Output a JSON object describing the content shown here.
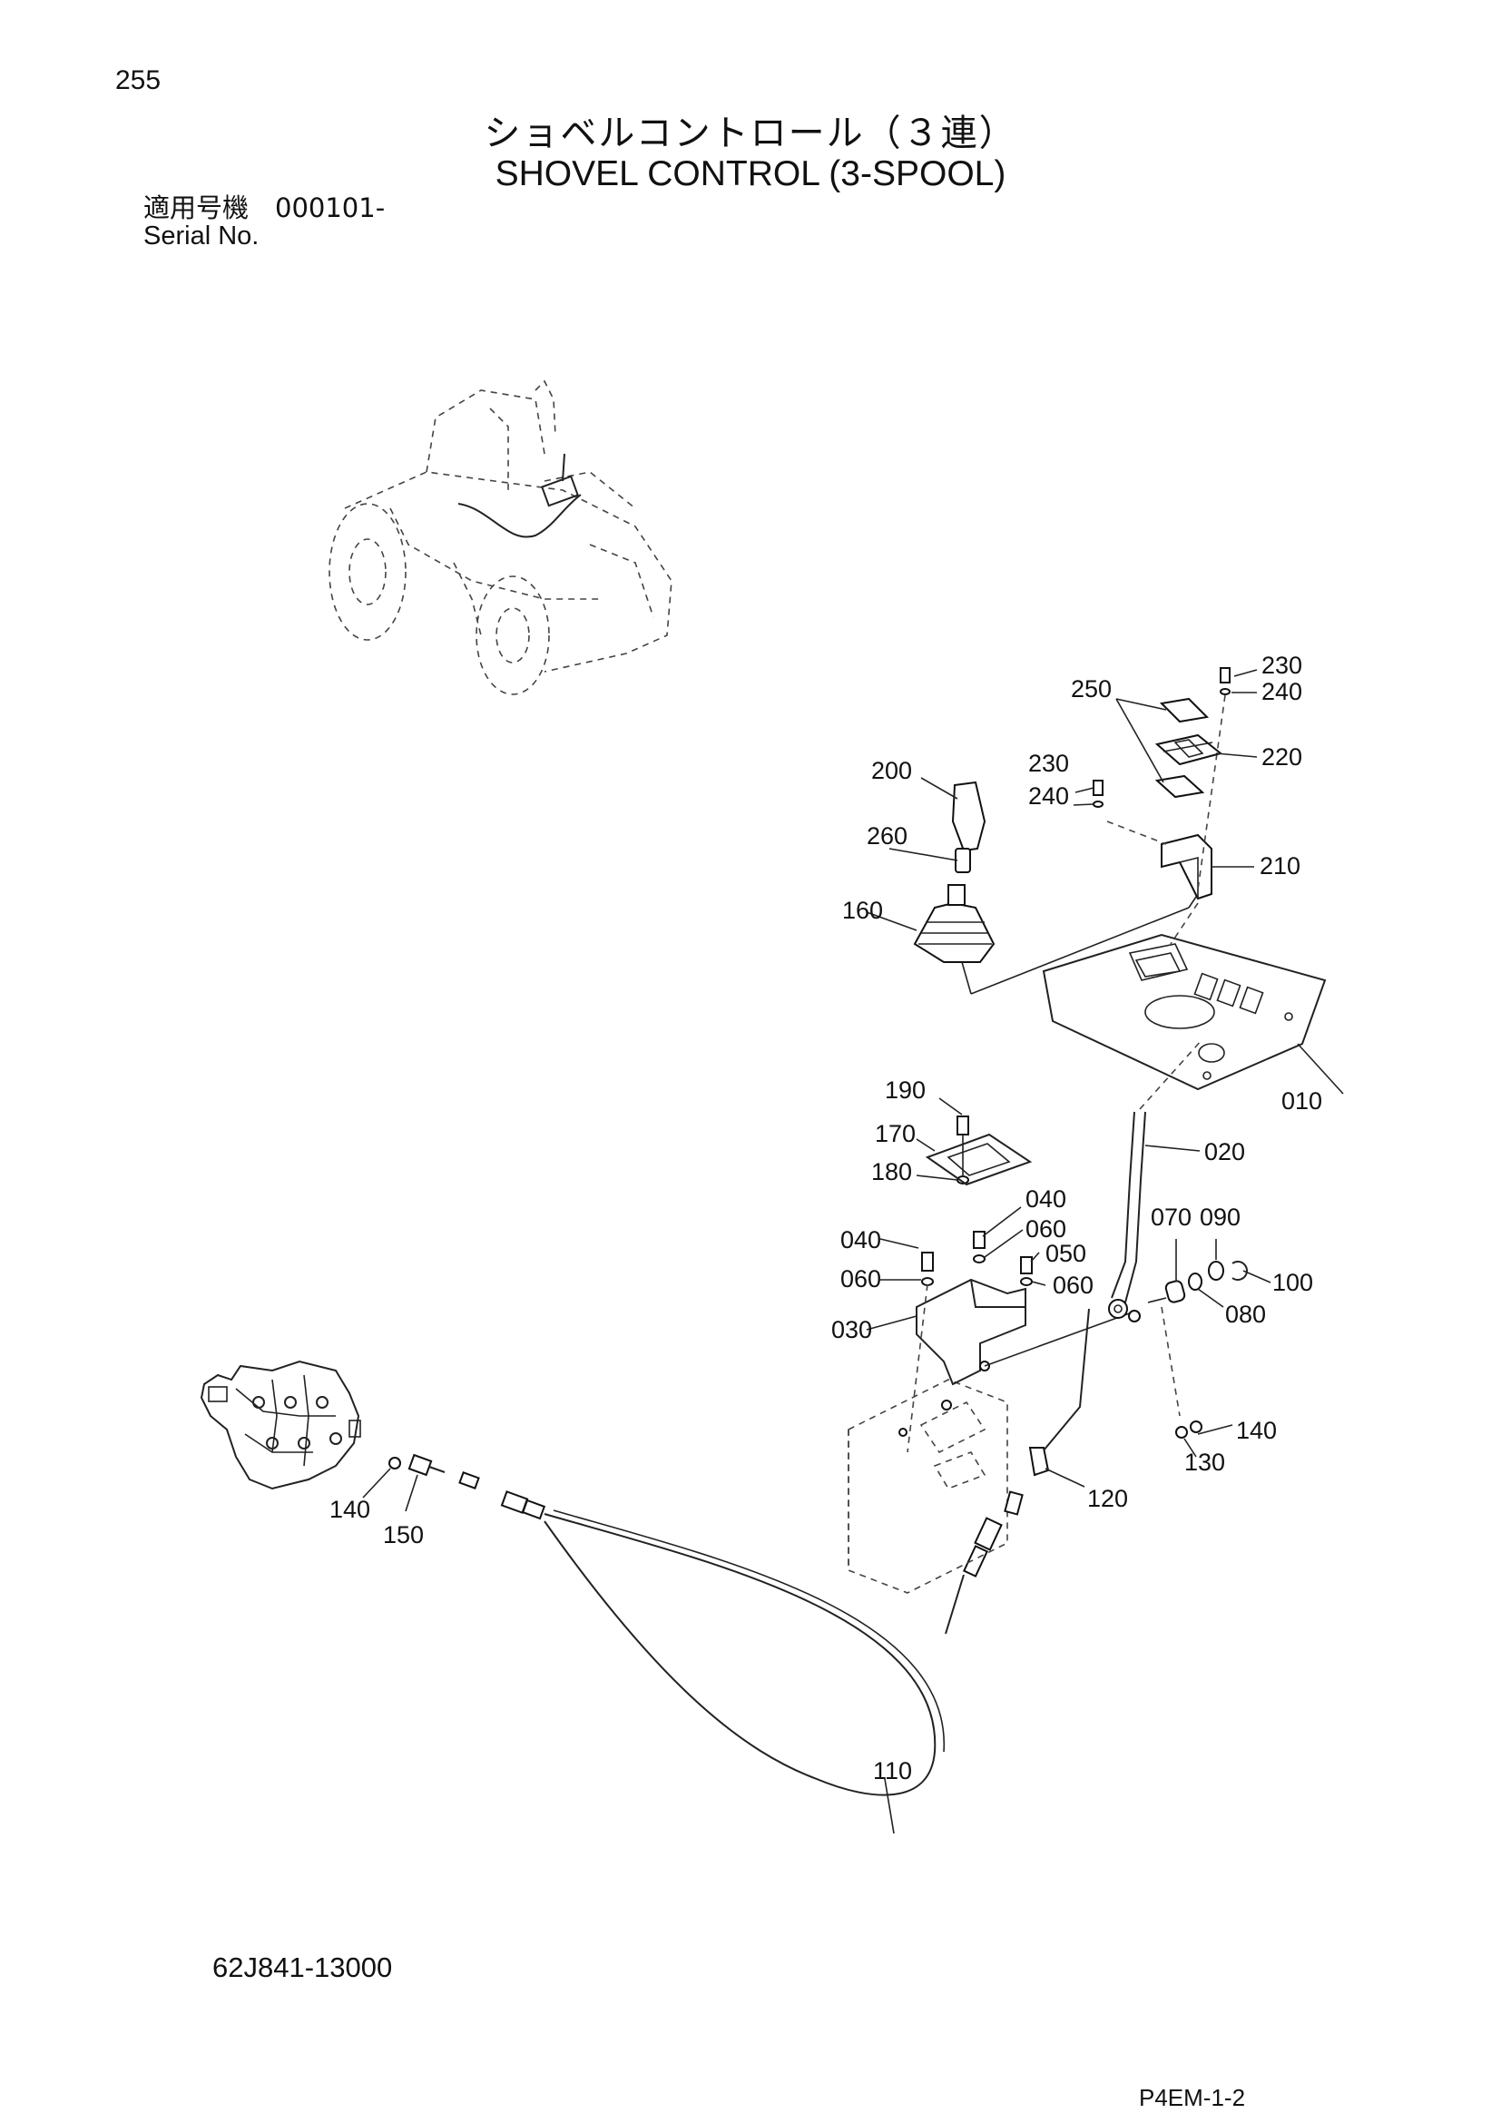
{
  "header": {
    "page_number": "255",
    "title_jp": "ショベルコントロール（３連）",
    "title_en": "SHOVEL CONTROL (3-SPOOL)",
    "serial_label_jp": "適用号機　000101-",
    "serial_label_en": "Serial No."
  },
  "parts": {
    "p010": "010",
    "p020": "020",
    "p030": "030",
    "p040a": "040",
    "p040b": "040",
    "p050": "050",
    "p060a": "060",
    "p060b": "060",
    "p060c": "060",
    "p070": "070",
    "p080": "080",
    "p090": "090",
    "p100": "100",
    "p110": "110",
    "p120": "120",
    "p130": "130",
    "p140a": "140",
    "p140b": "140",
    "p150": "150",
    "p160": "160",
    "p170": "170",
    "p180": "180",
    "p190": "190",
    "p200": "200",
    "p210": "210",
    "p220": "220",
    "p230a": "230",
    "p230b": "230",
    "p240a": "240",
    "p240b": "240",
    "p250": "250",
    "p260": "260"
  },
  "footer": {
    "doc_code": "62J841-13000",
    "page_code": "P4EM-1-2"
  }
}
